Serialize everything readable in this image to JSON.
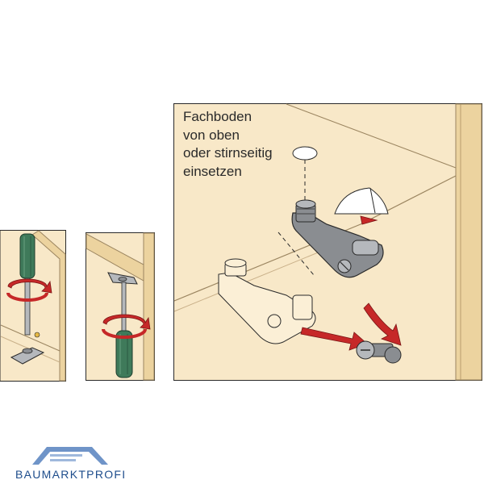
{
  "instruction": {
    "lines": [
      "Fachboden",
      "von oben",
      "oder stirnseitig",
      "einsetzen"
    ]
  },
  "brand": {
    "name": "BAUMARKTPROFI",
    "accent": "#1e4d8c"
  },
  "colors": {
    "wood": "#f8e8c8",
    "wood_dark": "#ecd39f",
    "arrow_red": "#c62828",
    "fitting_grey": "#8a8d91",
    "screwdriver_green": "#3f7a5a"
  },
  "icons": [
    "screwdriver-icon",
    "rotation-arrow-icon",
    "fitting-icon",
    "connector-bolt-icon",
    "shelf-hole-icon"
  ]
}
